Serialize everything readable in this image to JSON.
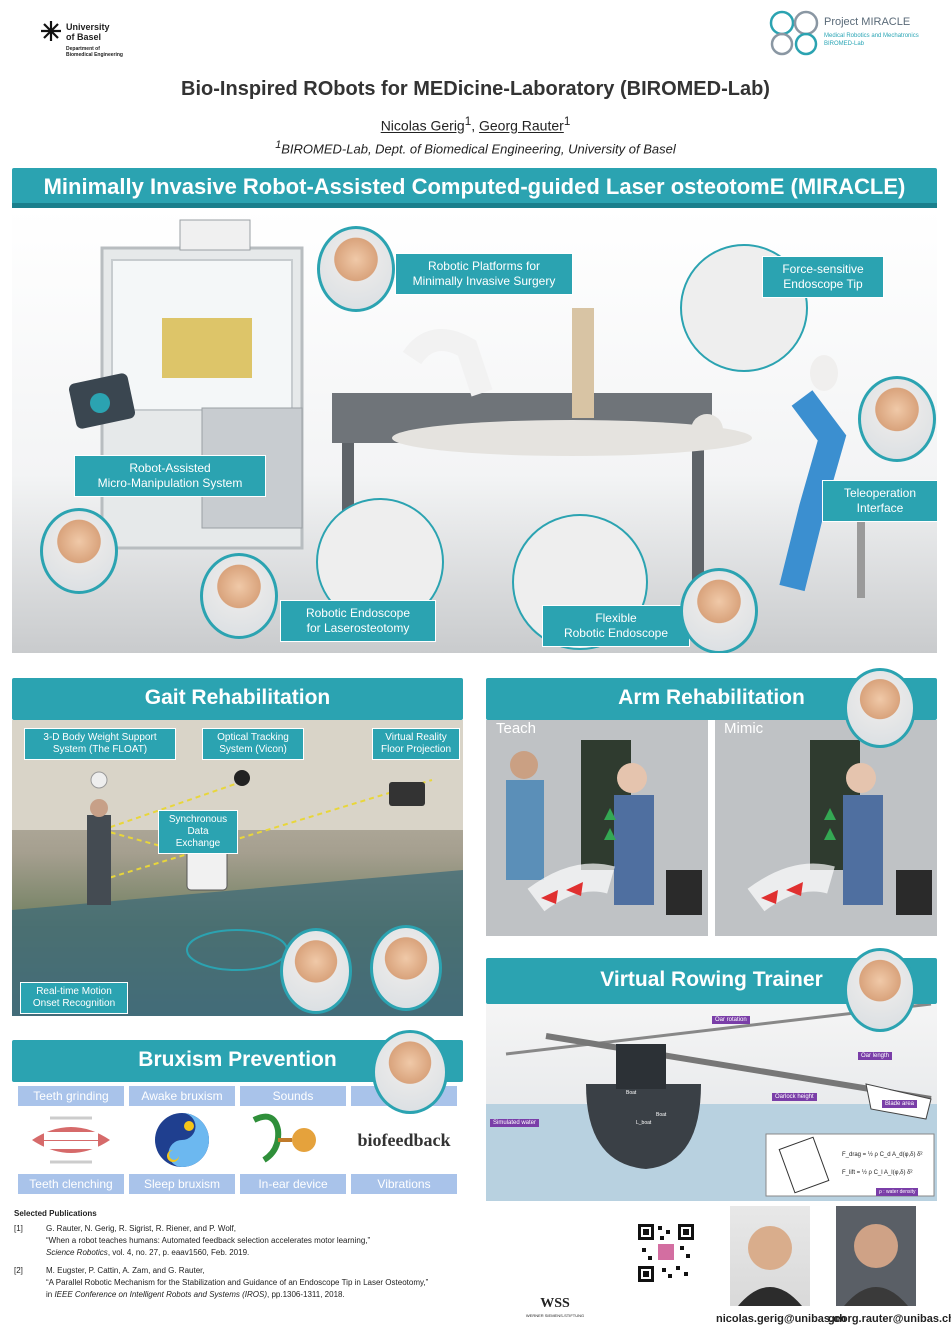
{
  "header": {
    "basel_logo": {
      "line1": "University",
      "line2": "of Basel",
      "sub1": "Department of",
      "sub2": "Biomedical Engineering"
    },
    "miracle_logo": {
      "name": "Project MIRACLE",
      "line1": "Medical Robotics and Mechatronics",
      "line2": "BIROMED-Lab"
    },
    "title": "Bio-Inspired RObots for MEDicine-Laboratory (BIROMED-Lab)",
    "authors": [
      "Nicolas Gerig",
      "Georg Rauter"
    ],
    "author_sup": "1",
    "affiliation": "BIROMED-Lab,  Dept. of Biomedical Engineering, University of Basel"
  },
  "miracle": {
    "banner": "Minimally Invasive Robot-Assisted Computed-guided Laser osteotomE (MIRACLE)",
    "labels": {
      "platforms": "Robotic Platforms for\nMinimally Invasive Surgery",
      "force_tip": "Force-sensitive\nEndoscope Tip",
      "micro": "Robot-Assisted\nMicro-Manipulation System",
      "teleop": "Teleoperation\nInterface",
      "endoscope_laser": "Robotic Endoscope\nfor Laserosteotomy",
      "flexible": "Flexible\nRobotic Endoscope"
    }
  },
  "gait": {
    "banner": "Gait Rehabilitation",
    "labels": {
      "float": "3-D Body Weight Support\nSystem (The FLOAT)",
      "vicon": "Optical Tracking\nSystem (Vicon)",
      "vr": "Virtual Reality\nFloor Projection",
      "sync": "Synchronous\nData Exchange",
      "motion": "Real-time Motion\nOnset Recognition"
    }
  },
  "arm": {
    "banner": "Arm Rehabilitation",
    "teach": "Teach",
    "mimic": "Mimic"
  },
  "rowing": {
    "banner": "Virtual Rowing Trainer",
    "labels": {
      "oar_rotation": "Oar rotation",
      "oar_length": "Oar length",
      "oarlock_height": "Oarlock height",
      "blade_area": "Blade area",
      "simulated_water": "Simulated water",
      "water_density": "ρ : water density",
      "boat_y": "Boat",
      "boat_x": "Boat",
      "boat_l": "L_boat",
      "eq1": "F_drag = ½ ρ C_d A_d(φ,δ) δ̇²",
      "eq2": "F_lift = ½ ρ C_l A_l(φ,δ) δ̇²"
    }
  },
  "bruxism": {
    "banner": "Bruxism Prevention",
    "top": [
      "Teeth grinding",
      "Awake bruxism",
      "Sounds",
      ""
    ],
    "bottom": [
      "Teeth clenching",
      "Sleep bruxism",
      "In-ear device",
      "Vibrations"
    ],
    "biofeedback_word": "biofeedback"
  },
  "publications": {
    "heading": "Selected Publications",
    "items": [
      {
        "num": "[1]",
        "line1": "G. Rauter, N. Gerig, R. Sigrist, R. Riener, and P. Wolf,",
        "line2": "“When a robot teaches humans: Automated feedback selection accelerates motor learning,”",
        "journal": "Science Robotics",
        "rest": ", vol. 4, no. 27, p. eaav1560, Feb. 2019."
      },
      {
        "num": "[2]",
        "line1": "M. Eugster, P. Cattin, A. Zam, and G. Rauter,",
        "line2": "“A Parallel Robotic Mechanism for the Stabilization and Guidance of an Endoscope Tip in Laser Osteotomy,”",
        "pre": "in ",
        "journal": "IEEE Conference on Intelligent Robots and Systems (IROS)",
        "rest": ", pp.1306-1311, 2018."
      }
    ]
  },
  "footer": {
    "wss": "WSS",
    "wss_sub": "WERNER SIEMENS-STIFTUNG",
    "email_gerig": "nicolas.gerig@unibas.ch",
    "email_rauter": "georg.rauter@unibas.ch"
  },
  "colors": {
    "teal": "#2ba3b1",
    "teal_dark": "#1a7f8c",
    "brux_label": "#a9c3ea"
  }
}
